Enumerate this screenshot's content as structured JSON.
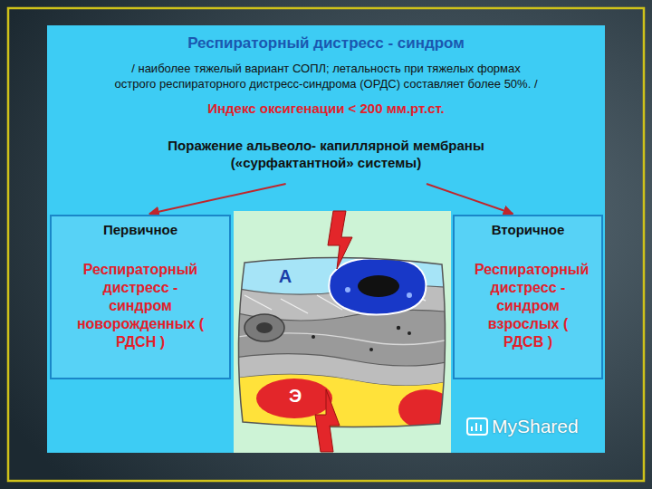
{
  "diagram": {
    "title": "Респираторный дистресс - синдром",
    "nodes": [
      {
        "text": [
          "Поражение альвеоло- капиллярной мембраны («сурфактантной» системы)"
        ]
      },
      {
        "text": [
          "Первичное",
          "Респираторный дистресс - синдром новорожденных ( РДСН )"
        ]
      },
      {
        "text": [
          "Вторичное",
          "Респираторный дистресс - синдром взрослых ( РДСВ )"
        ]
      }
    ],
    "edges": [
      {
        "from": 0,
        "to": 1,
        "arrow": "to"
      },
      {
        "from": 0,
        "to": 2,
        "arrow": "to"
      }
    ],
    "labels": [
      "/ наиболее тяжелый вариант СОПЛ; летальность при тяжелых формах острого респираторного дистресс-синдрома (ОРДС) составляет более 50%. /",
      "Индекс оксигенации < 200 мм.рт.ст.",
      "А",
      "Э",
      "MyShared"
    ]
  }
}
